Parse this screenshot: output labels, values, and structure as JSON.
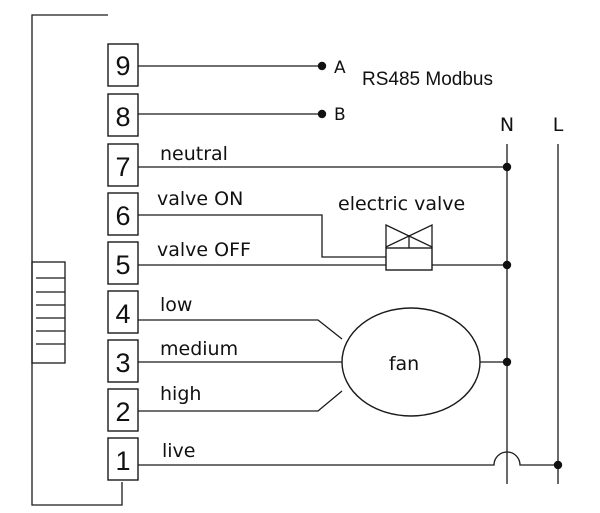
{
  "terminals": [
    {
      "num": "9",
      "label": ""
    },
    {
      "num": "8",
      "label": ""
    },
    {
      "num": "7",
      "label": "neutral"
    },
    {
      "num": "6",
      "label": "valve ON"
    },
    {
      "num": "5",
      "label": "valve OFF"
    },
    {
      "num": "4",
      "label": "low"
    },
    {
      "num": "3",
      "label": "medium"
    },
    {
      "num": "2",
      "label": "high"
    },
    {
      "num": "1",
      "label": "live"
    }
  ],
  "bus": {
    "a": "A",
    "b": "B",
    "title": "RS485 Modbus"
  },
  "rails": {
    "n": "N",
    "l": "L"
  },
  "valve": {
    "label": "electric valve"
  },
  "fan": {
    "label": "fan"
  }
}
